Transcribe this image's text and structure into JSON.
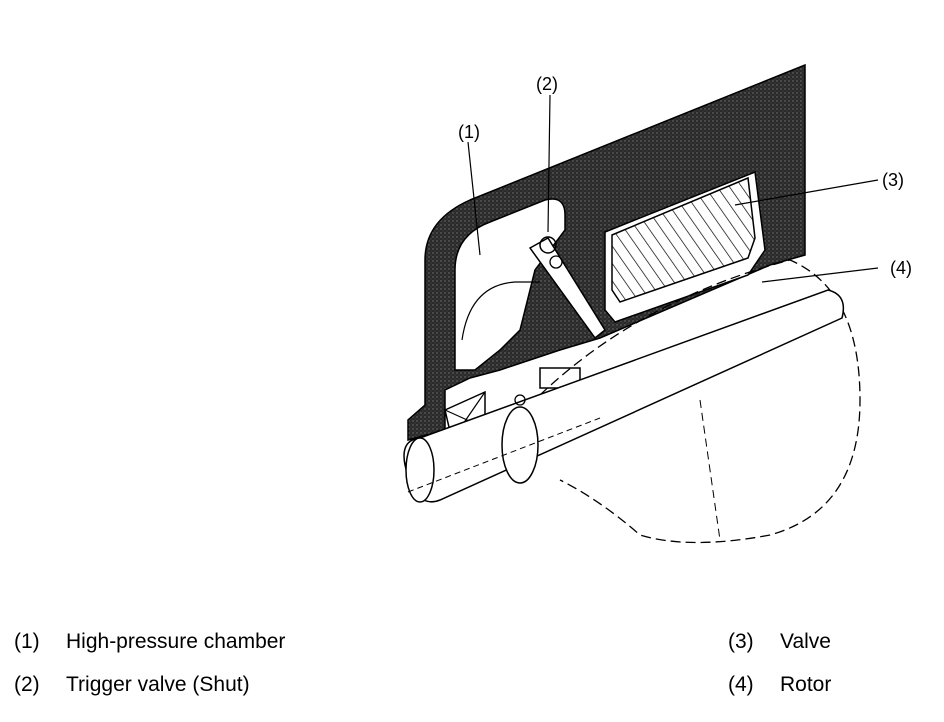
{
  "callouts": [
    "(1)",
    "(2)",
    "(3)",
    "(4)"
  ],
  "legend": [
    {
      "number": "(1)",
      "label": "High-pressure chamber"
    },
    {
      "number": "(2)",
      "label": "Trigger valve (Shut)"
    },
    {
      "number": "(3)",
      "label": "Valve"
    },
    {
      "number": "(4)",
      "label": "Rotor"
    }
  ],
  "colors": {
    "housing": "#3a3a3a",
    "line": "#000000",
    "background": "#ffffff"
  }
}
